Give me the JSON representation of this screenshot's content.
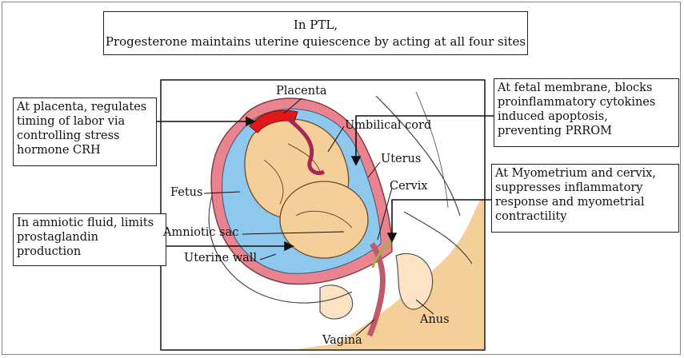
{
  "title": {
    "line1": "In PTL,",
    "line2": "Progesterone maintains uterine quiescence by acting at all four sites"
  },
  "notes": {
    "placenta": "At placenta, regulates timing of labor via controlling stress hormone CRH",
    "amniotic": "In amniotic fluid, limits prostaglandin production",
    "membrane": "At fetal membrane, blocks proinflammatory cytokines induced apoptosis, preventing PRROM",
    "myometrium": "At Myometrium and cervix, suppresses inflammatory response and myometrial contractility"
  },
  "labels": {
    "placenta": "Placenta",
    "umbilical_cord": "Umbilical cord",
    "uterus": "Uterus",
    "cervix": "Cervix",
    "fetus": "Fetus",
    "amniotic_sac": "Amniotic sac",
    "uterine_wall": "Uterine wall",
    "vagina": "Vagina",
    "anus": "Anus"
  },
  "colors": {
    "skin": "#f5cf99",
    "fluid": "#8ec8ec",
    "wall": "#e8838f",
    "placenta": "#e01818"
  }
}
